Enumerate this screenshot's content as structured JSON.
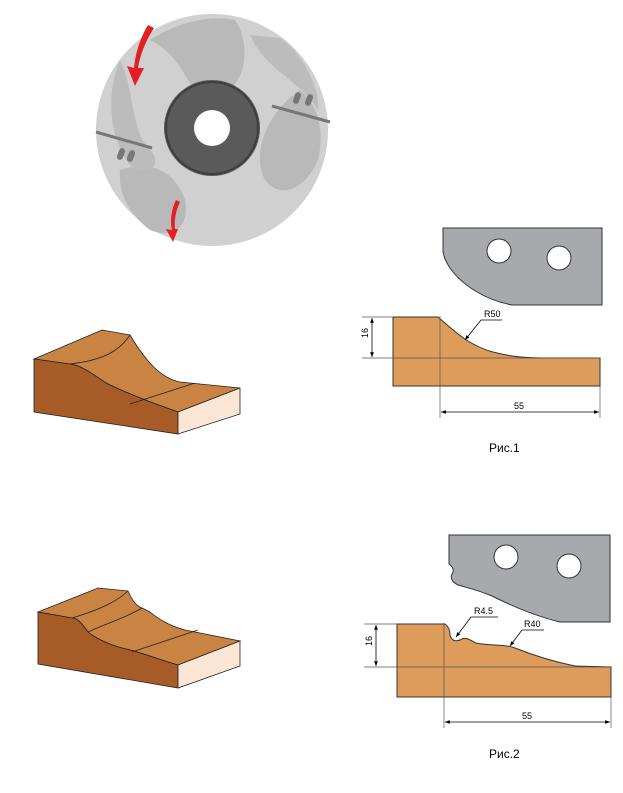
{
  "figure1": {
    "caption": "Рис.1",
    "height_label": "16",
    "width_label": "55",
    "radius_label": "R50"
  },
  "figure2": {
    "caption": "Рис.2",
    "height_label": "16",
    "width_label": "55",
    "radius_small_label": "R4.5",
    "radius_large_label": "R40"
  },
  "colors": {
    "wood_face": "#dd9c5a",
    "wood_top": "#c98343",
    "wood_side": "#a75c28",
    "wood_end": "#fbe6d6",
    "knife_gray": "#a7a9ac",
    "cutter_gray": "#c8c8c8",
    "arrow_red": "#e31e24"
  }
}
